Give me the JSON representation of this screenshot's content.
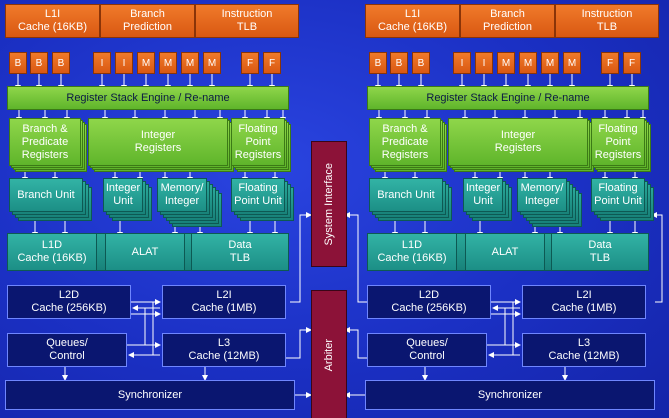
{
  "core": {
    "top_blocks": [
      {
        "id": "l1i",
        "label": "L1I\nCache (16KB)"
      },
      {
        "id": "branch-prediction",
        "label": "Branch\nPrediction"
      },
      {
        "id": "instruction-tlb",
        "label": "Instruction\nTLB"
      }
    ],
    "ports": [
      "B",
      "B",
      "B",
      "I",
      "I",
      "M",
      "M",
      "M",
      "M",
      "F",
      "F"
    ],
    "register_stack_engine": "Register Stack Engine / Re-name",
    "registers": [
      {
        "id": "branch-predicate-registers",
        "label": "Branch &\nPredicate\nRegisters"
      },
      {
        "id": "integer-registers",
        "label": "Integer\nRegisters"
      },
      {
        "id": "floating-point-registers",
        "label": "Floating\nPoint\nRegisters"
      }
    ],
    "units": [
      {
        "id": "branch-unit",
        "label": "Branch Unit"
      },
      {
        "id": "integer-unit",
        "label": "Integer\nUnit"
      },
      {
        "id": "memory-integer",
        "label": "Memory/\nInteger"
      },
      {
        "id": "floating-point-unit",
        "label": "Floating\nPoint Unit"
      }
    ],
    "l1d_row": [
      {
        "id": "l1d",
        "label": "L1D\nCache (16KB)"
      },
      {
        "id": "alat",
        "label": "ALAT"
      },
      {
        "id": "data-tlb",
        "label": "Data\nTLB"
      }
    ],
    "l2d": "L2D\nCache (256KB)",
    "l2i": "L2I\nCache (1MB)",
    "queues": "Queues/\nControl",
    "l3": "L3\nCache (12MB)",
    "synchronizer": "Synchronizer"
  },
  "center": {
    "system_interface": "System Interface",
    "arbiter": "Arbiter"
  },
  "colors": {
    "background": "#1b30c4",
    "frontend": "#e36a1e",
    "registers": "#77c83a",
    "execution": "#23a092",
    "caches": "#0a1670",
    "bus": "#8c1238"
  }
}
